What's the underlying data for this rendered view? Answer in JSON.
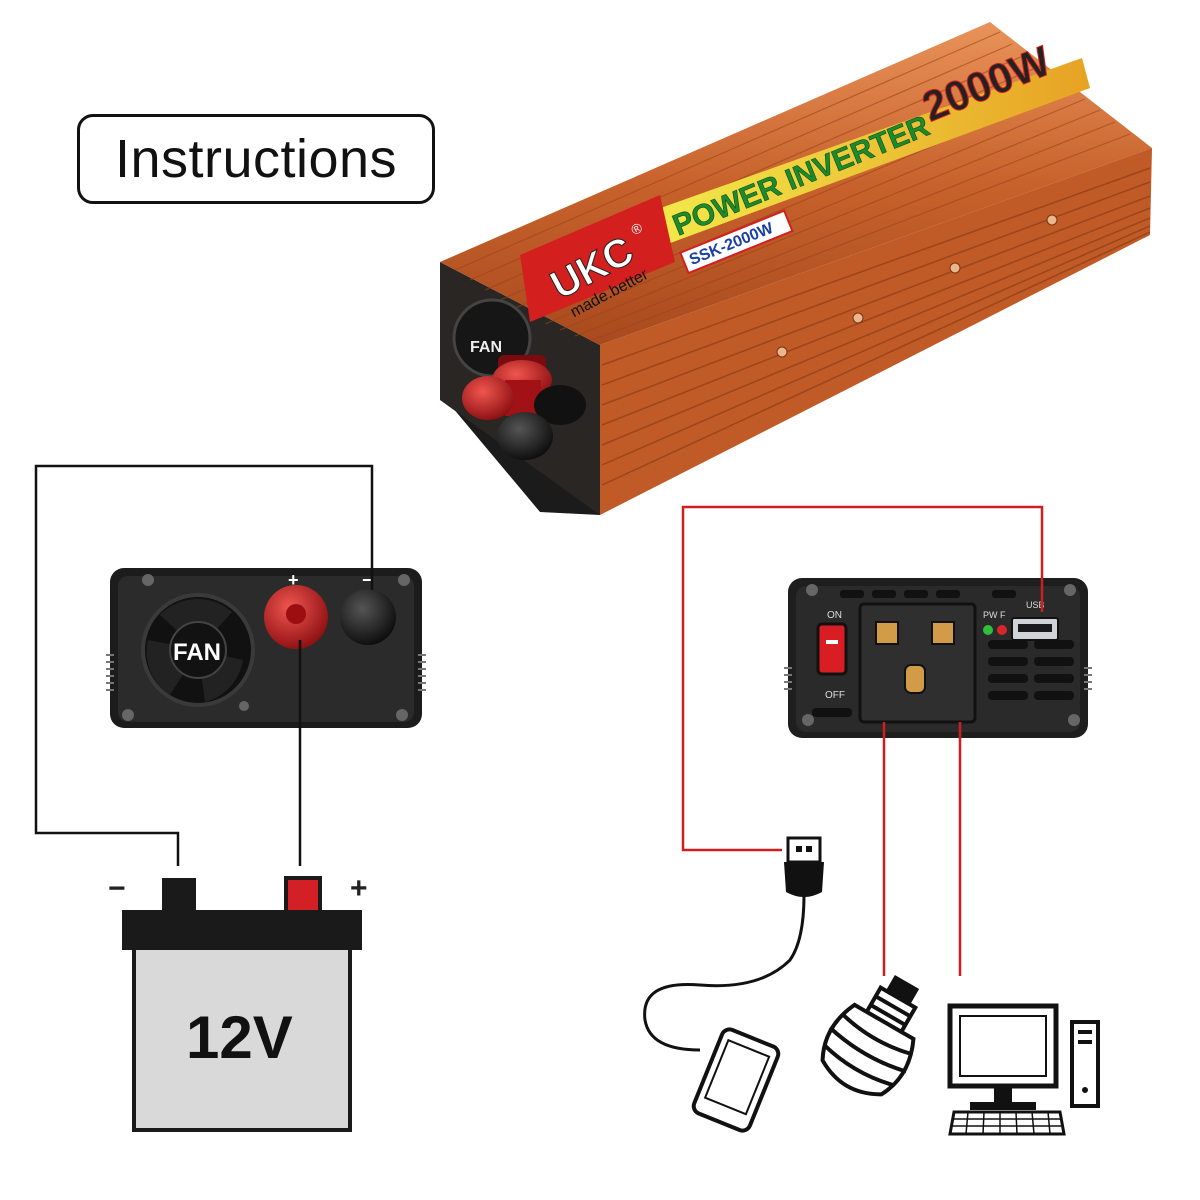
{
  "title": "Instructions",
  "product": {
    "brand": "UKC",
    "brand_mark": "®",
    "tagline": "made.better",
    "name": "POWER INVERTER",
    "wattage": "2000W",
    "model": "SSK-2000W"
  },
  "input_panel": {
    "fan_label": "FAN",
    "positive_mark": "+",
    "negative_mark": "−"
  },
  "output_panel": {
    "switch_on_label": "ON",
    "switch_off_label": "OFF",
    "pw_label": "PW",
    "fault_label": "F",
    "usb_label": "USB"
  },
  "battery": {
    "label": "12V",
    "negative_mark": "−",
    "positive_mark": "+"
  },
  "devices": [
    "phone-icon",
    "bulb-icon",
    "computer-icon"
  ],
  "colors": {
    "wire_dc": "#111111",
    "wire_ac": "#cc1f1f",
    "inverter_body": "#d9793f",
    "terminal_red": "#c8141c"
  }
}
